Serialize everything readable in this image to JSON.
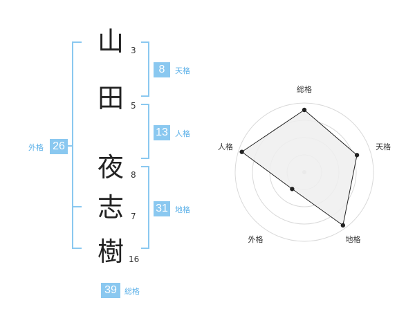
{
  "name": {
    "characters": [
      {
        "char": "山",
        "strokes": "3"
      },
      {
        "char": "田",
        "strokes": "5"
      },
      {
        "char": "夜",
        "strokes": "8"
      },
      {
        "char": "志",
        "strokes": "7"
      },
      {
        "char": "樹",
        "strokes": "16"
      }
    ]
  },
  "fortunes": {
    "tenkaku": {
      "value": "8",
      "label": "天格"
    },
    "jinkaku": {
      "value": "13",
      "label": "人格"
    },
    "chikaku": {
      "value": "31",
      "label": "地格"
    },
    "gaikaku": {
      "value": "26",
      "label": "外格"
    },
    "soukaku": {
      "value": "39",
      "label": "総格"
    }
  },
  "chart_data": {
    "type": "radar",
    "axes": [
      "総格",
      "天格",
      "地格",
      "外格",
      "人格"
    ],
    "values": [
      0.9,
      0.8,
      0.95,
      0.3,
      0.95
    ],
    "max": 1,
    "rings": 4
  },
  "colors": {
    "accent": "#8ac8f0",
    "polygon_fill": "#eeeeee",
    "polygon_stroke": "#222222"
  }
}
